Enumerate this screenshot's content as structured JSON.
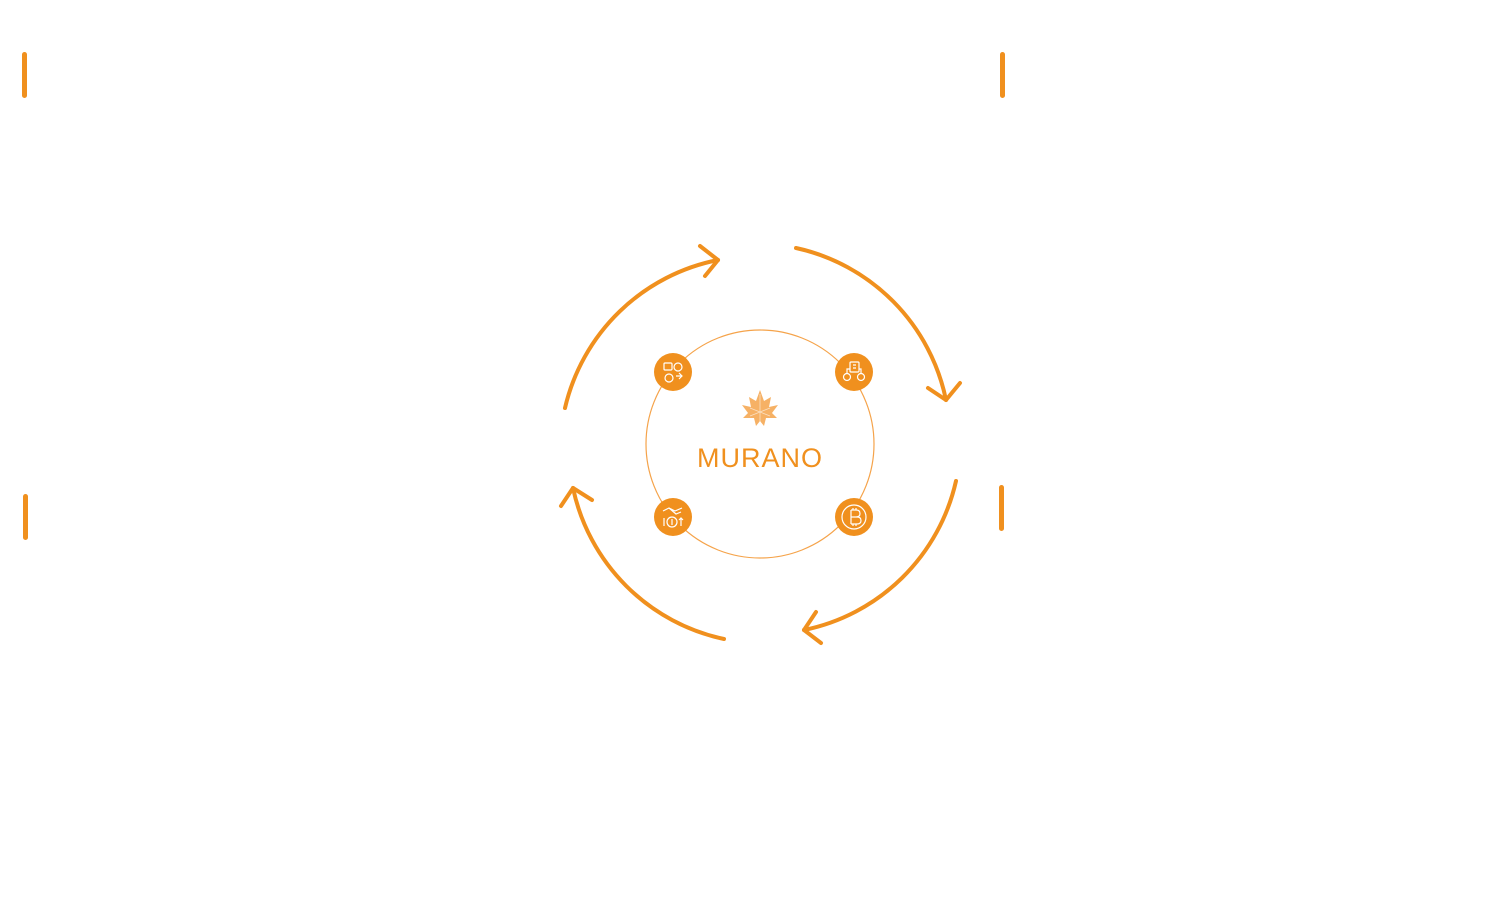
{
  "brand": {
    "name": "MURANO",
    "logo_icon": "maple-leaf-icon"
  },
  "colors": {
    "accent": "#F0901E",
    "accent_light": "#F5A34A",
    "background": "#FFFFFF",
    "icon_line": "#FFFFFF"
  },
  "cycle": {
    "arrows": [
      "cycle-arrow-top-left",
      "cycle-arrow-top-right",
      "cycle-arrow-bottom-right",
      "cycle-arrow-bottom-left"
    ],
    "nodes": [
      {
        "id": "top-left",
        "icon": "currency-exchange-icon"
      },
      {
        "id": "top-right",
        "icon": "crypto-transfer-icon"
      },
      {
        "id": "bottom-left",
        "icon": "handshake-coin-icon"
      },
      {
        "id": "bottom-right",
        "icon": "bitcoin-icon"
      }
    ]
  }
}
